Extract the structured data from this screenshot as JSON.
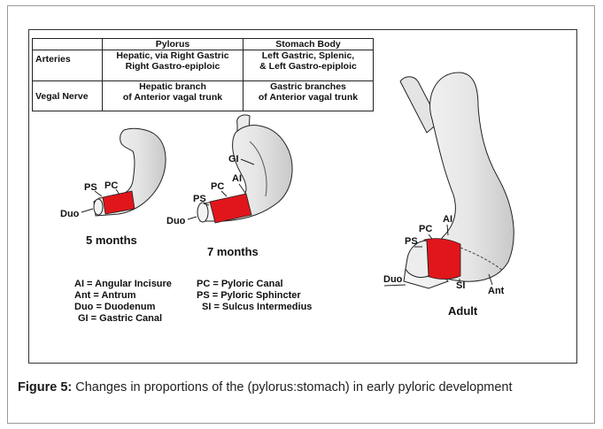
{
  "table": {
    "header": {
      "col1": "",
      "col2": "Pylorus",
      "col3": "Stomach Body"
    },
    "rows": [
      {
        "label": "Arteries",
        "pylorus": "Hepatic, via Right Gastric\nRight Gastro-epiploic",
        "stomach": "Left Gastric, Splenic,\n& Left Gastro-epiploic"
      },
      {
        "label": "Vegal Nerve",
        "pylorus": "Hepatic branch\nof Anterior vagal trunk",
        "stomach": "Gastric branches\nof Anterior vagal trunk"
      }
    ]
  },
  "stages": {
    "five_months": "5 months",
    "seven_months": "7 months",
    "adult": "Adult"
  },
  "labels": {
    "ps": "PS",
    "pc": "PC",
    "duo": "Duo",
    "gi": "GI",
    "ai": "AI",
    "si": "SI",
    "ant": "Ant"
  },
  "legend": {
    "left": [
      "AI   = Angular Incisure",
      "Ant  = Antrum",
      "Duo = Duodenum",
      "GI = Gastric Canal"
    ],
    "right": [
      "PC = Pyloric Canal",
      "PS = Pyloric Sphincter",
      "SI = Sulcus Intermedius"
    ]
  },
  "caption": {
    "prefix": "Figure 5:",
    "text": " Changes in proportions of the (pylorus:stomach) in early pyloric development"
  },
  "colors": {
    "pylorus_red": "#e0161b",
    "stomach_gray": "#e9e9e9",
    "outline": "#222222"
  }
}
